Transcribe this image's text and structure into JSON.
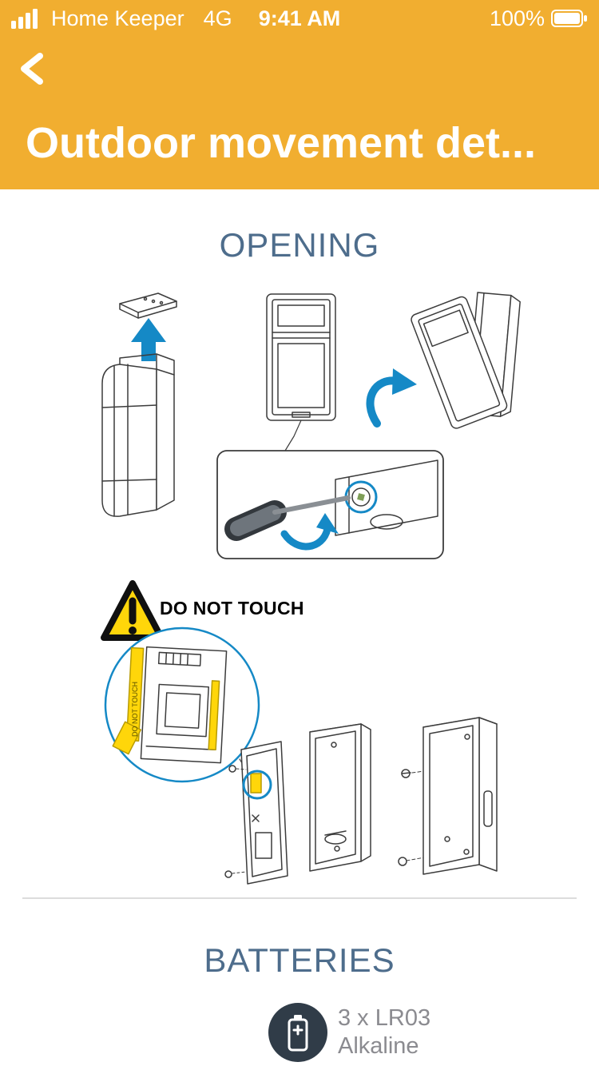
{
  "status_bar": {
    "carrier": "Home Keeper",
    "network": "4G",
    "time": "9:41 AM",
    "battery_percent": "100%"
  },
  "header": {
    "title": "Outdoor movement det..."
  },
  "sections": {
    "opening": {
      "title": "OPENING"
    },
    "warning": {
      "label": "DO NOT TOUCH",
      "strip_label": "DO NOT TOUCH"
    },
    "batteries": {
      "title": "BATTERIES",
      "battery_spec": "3 x LR03",
      "battery_type": "Alkaline"
    }
  },
  "icons": {
    "back": "chevron-left",
    "signal": "cellular-signal-bars",
    "status_battery": "battery-full",
    "warning": "warning-triangle",
    "badge": "battery"
  },
  "colors": {
    "header_bg": "#F1AE30",
    "heading_text": "#4E6D8C",
    "accent_blue": "#1589C6",
    "warning_yellow": "#FFD60A",
    "badge_bg": "#303C48"
  }
}
